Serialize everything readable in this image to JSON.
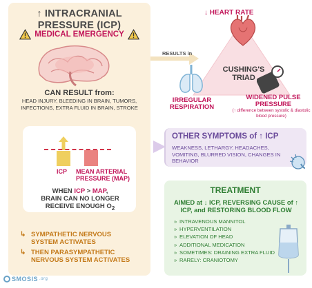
{
  "left": {
    "title_line1": "↑ INTRACRANIAL",
    "title_line2": "PRESSURE (ICP)",
    "emergency": "MEDICAL EMERGENCY",
    "can_result": "CAN RESULT from:",
    "causes": "HEAD INJURY, BLEEDING in BRAIN, TUMORS, INFECTIONS, EXTRA FLUID in BRAIN, STROKE",
    "bar_labels": {
      "icp": "ICP",
      "map": "MEAN ARTERIAL PRESSURE (MAP)"
    },
    "map_caption": {
      "when": "WHEN ",
      "icp": "ICP",
      "gt": " > ",
      "map": "MAP",
      "rest1": ",",
      "line2": "BRAIN CAN NO LONGER",
      "line3": "RECEIVE ENOUGH O",
      "sub": "2"
    },
    "sequence": [
      {
        "arrow": "↳",
        "text": "SYMPATHETIC NERVOUS SYSTEM ACTIVATES"
      },
      {
        "arrow": "↳",
        "text": "THEN PARASYMPATHETIC NERVOUS SYSTEM ACTIVATES"
      }
    ]
  },
  "triad": {
    "results_in": "RESULTS in",
    "heart_rate": "↓ HEART RATE",
    "title": "CUSHING'S TRIAD",
    "irregular": "IRREGULAR RESPIRATION",
    "widened": "WIDENED PULSE PRESSURE",
    "widened_note": "(↑ difference between systolic & diastolic blood pressure)"
  },
  "symptoms": {
    "title": "OTHER SYMPTOMS of ↑ ICP",
    "text": "WEAKNESS, LETHARGY, HEADACHES, VOMITING, BLURRED VISION, CHANGES in BEHAVIOR"
  },
  "treatment": {
    "title": "TREATMENT",
    "aim": "AIMED at ↓ ICP, REVERSING CAUSE of ↑ ICP, and RESTORING BLOOD FLOW",
    "items": [
      "INTRAVENOUS MANNITOL",
      "HYPERVENTILATION",
      "ELEVATION of HEAD",
      "ADDITIONAL MEDICATION",
      "SOMETIMES: DRAINING EXTRA FLUID",
      "RARELY: CRANIOTOMY"
    ]
  },
  "logo": {
    "name": "SMOSIS",
    "suffix": ".org"
  },
  "colors": {
    "accent": "#c2185b",
    "left_panel": "#fbf0dc",
    "symptoms": "#6a4a9a",
    "treatment": "#2e7d32",
    "icp_bar": "#efcf5f",
    "map_bar": "#ea8380"
  },
  "icons": [
    "warning-icon",
    "brain-icon",
    "heart-icon",
    "lungs-icon",
    "bp-cuff-icon",
    "head-pain-icon",
    "iv-bag-icon",
    "up-arrow-icon",
    "osmosis-logo-icon"
  ]
}
